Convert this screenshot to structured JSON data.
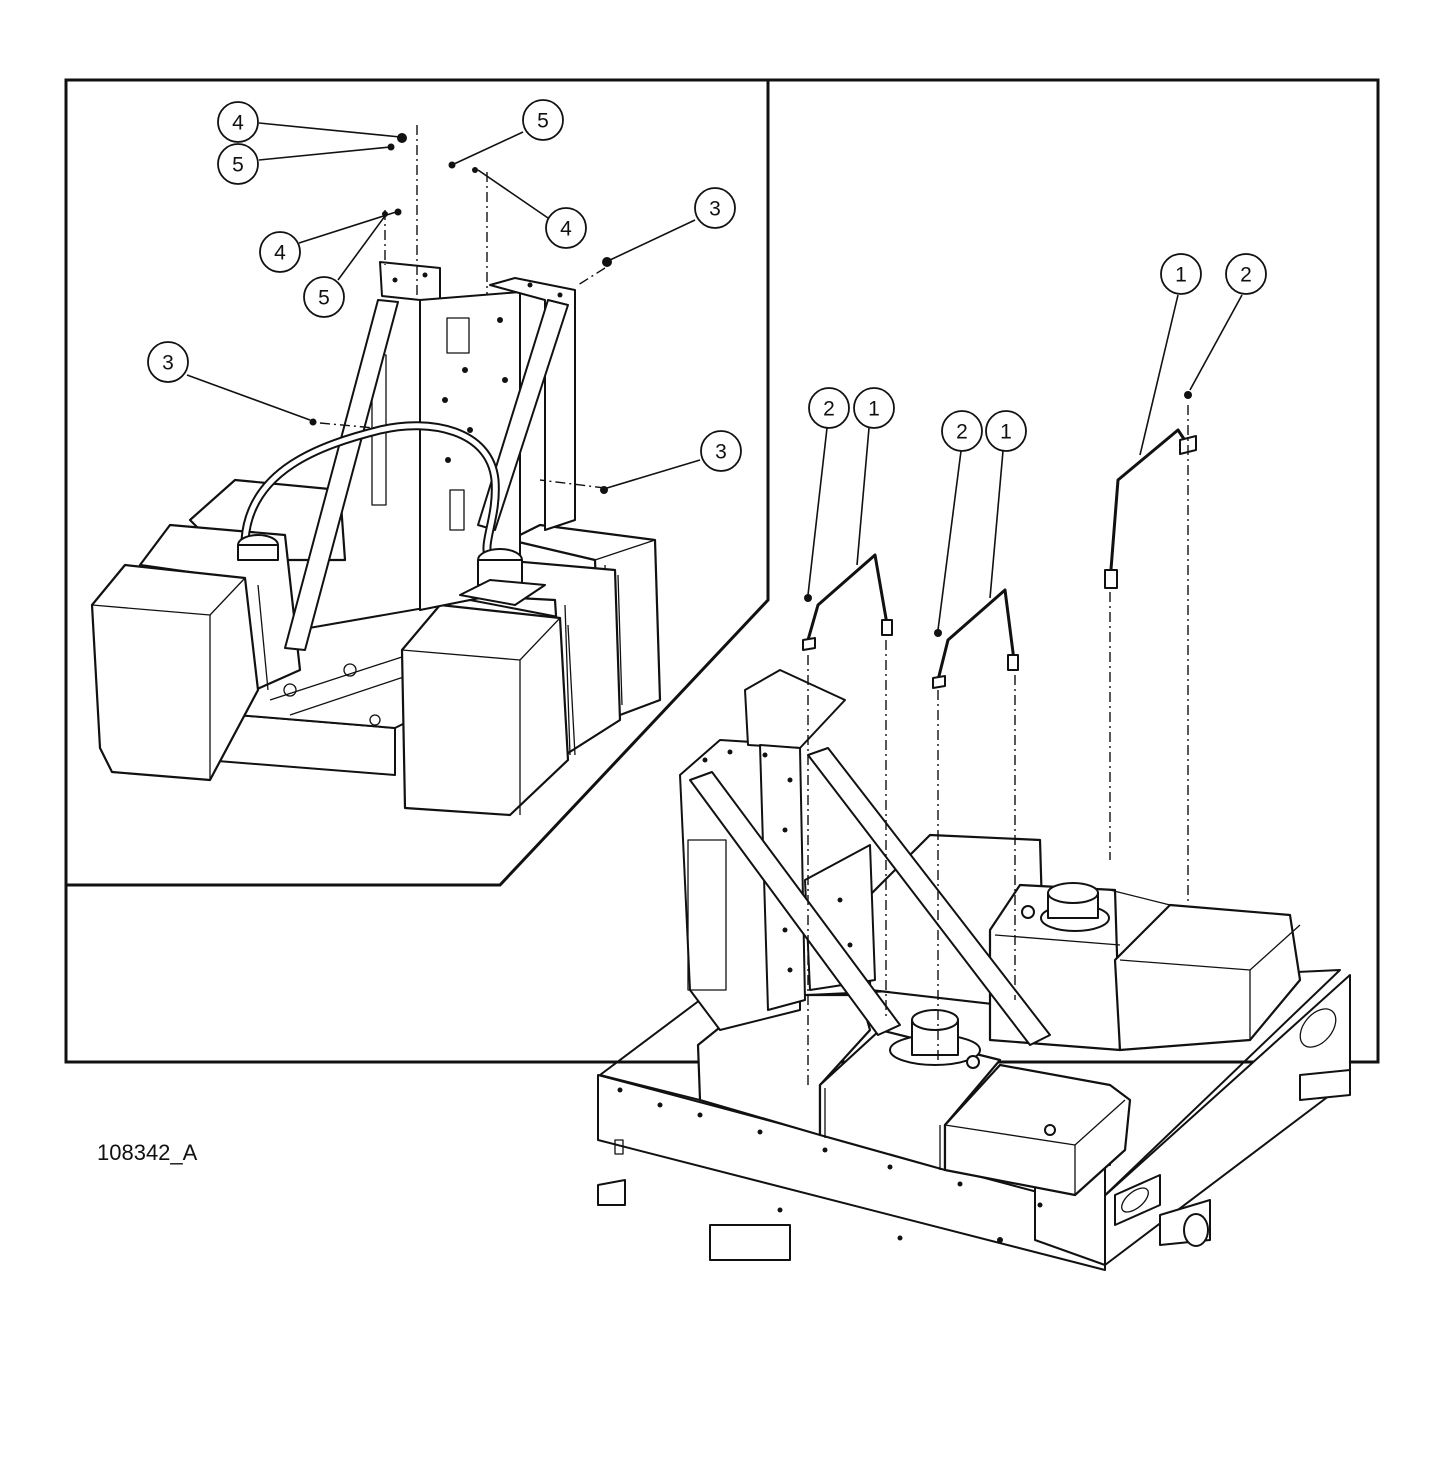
{
  "drawing_number": "108342_A",
  "callouts_detail": [
    "4",
    "5",
    "5",
    "4",
    "3",
    "4",
    "5",
    "3",
    "3"
  ],
  "callouts_main": [
    "1",
    "2",
    "2",
    "1",
    "2",
    "1"
  ]
}
